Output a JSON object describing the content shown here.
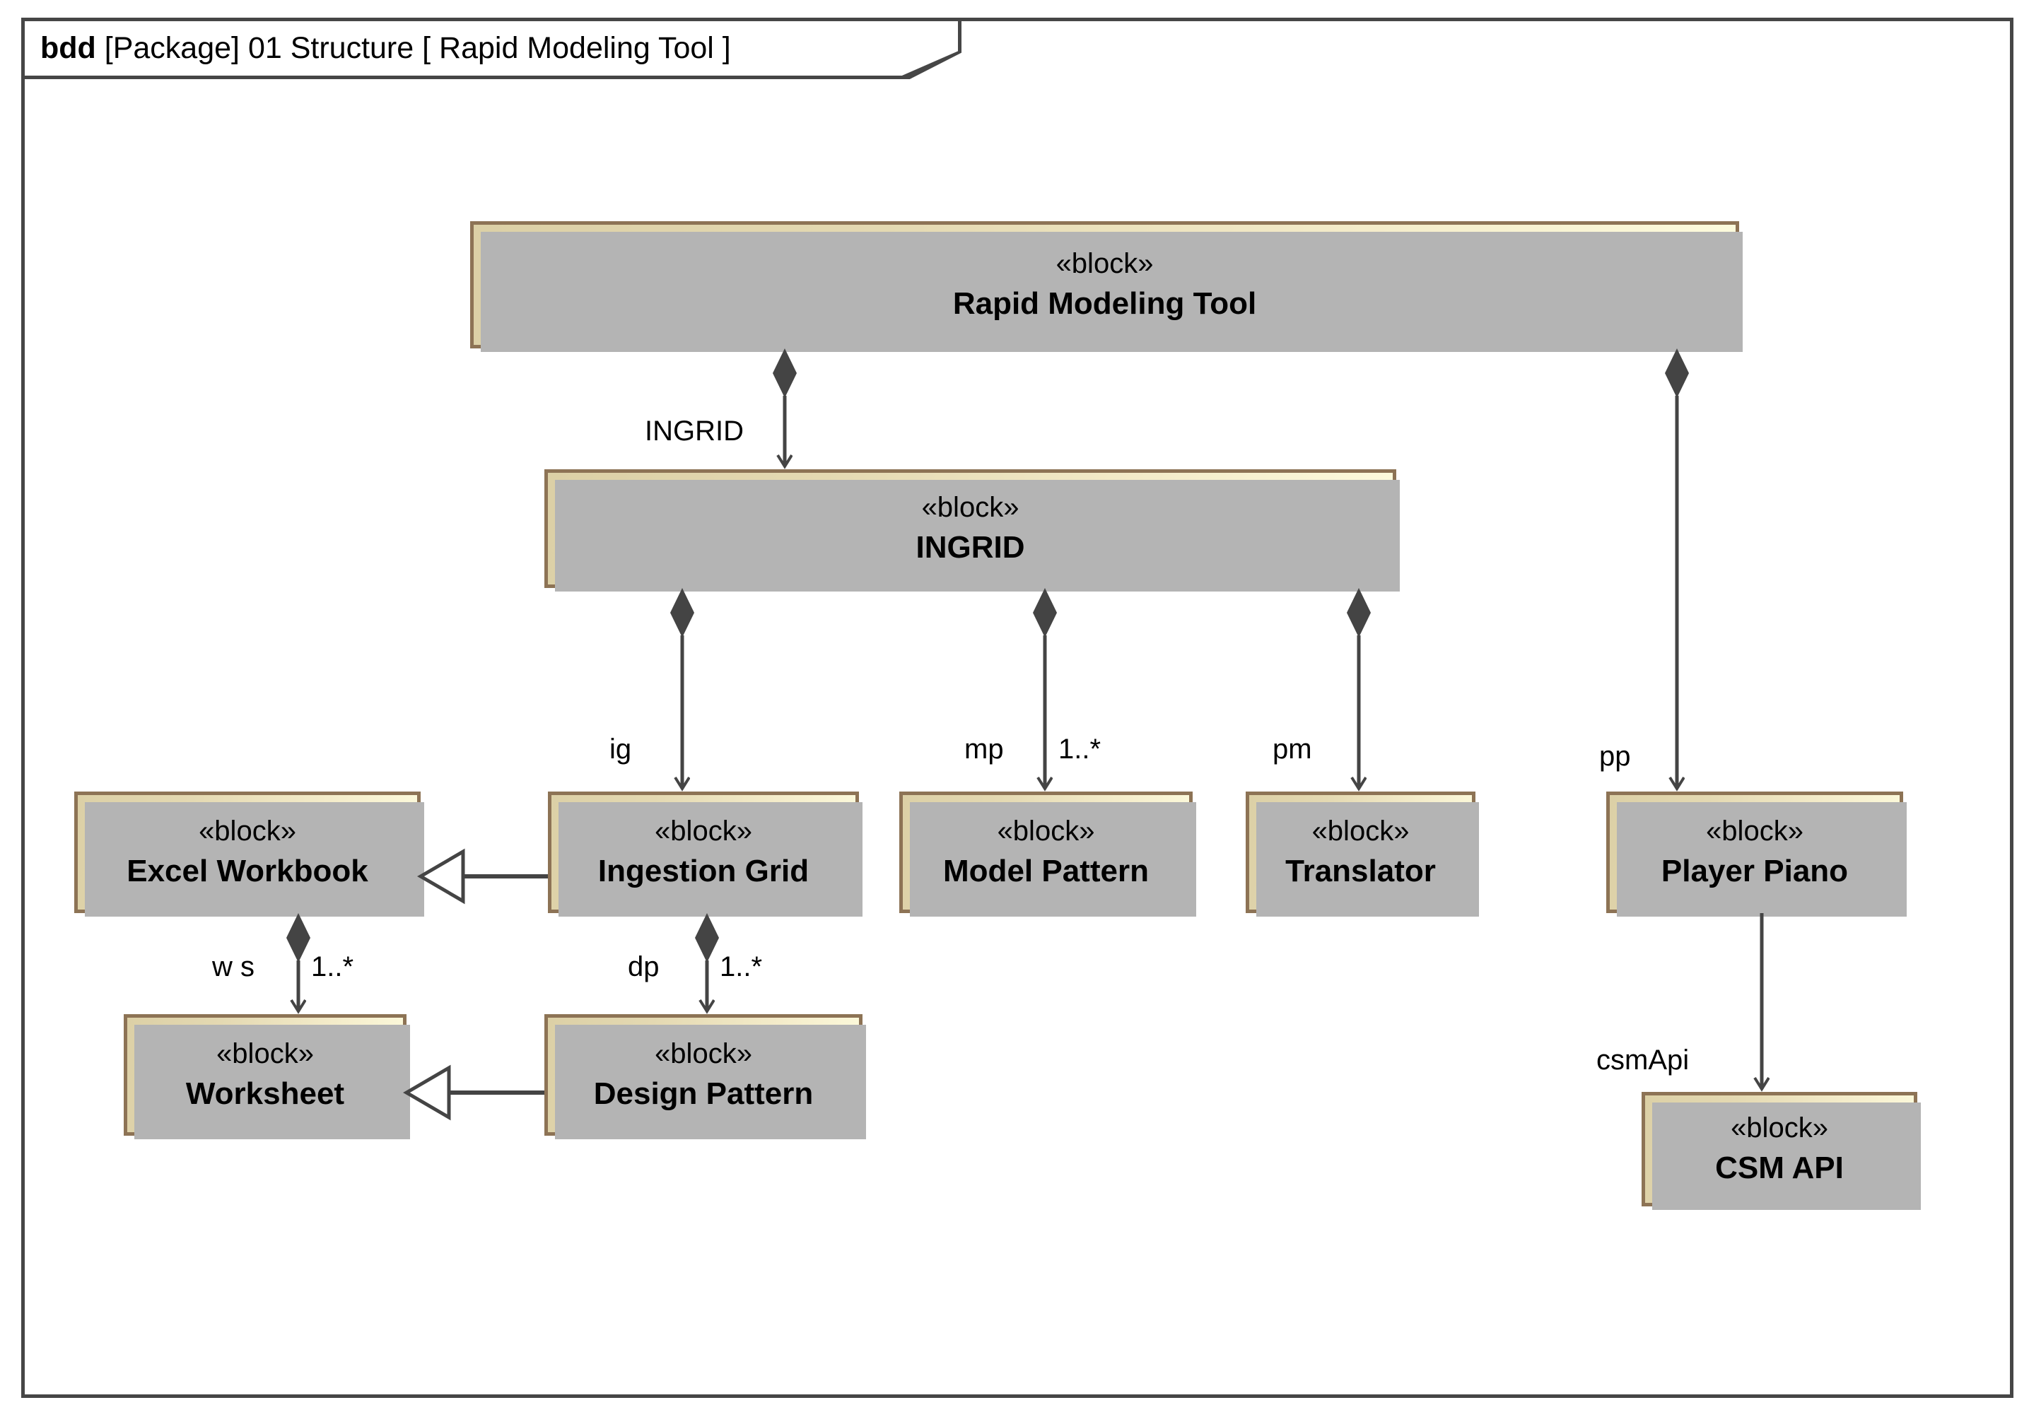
{
  "diagram": {
    "frame_label_kind": "bdd",
    "frame_label_rest": " [Package] 01 Structure [ Rapid Modeling Tool ]",
    "colors": {
      "frame_border": "#464646",
      "block_border": "#8d7355",
      "block_fill_left": "#dcd0a6",
      "block_fill_right": "#fdfbdd",
      "shadow": "#b4b4b4",
      "connector": "#444444"
    }
  },
  "blocks": [
    {
      "id": "rapid-modeling-tool",
      "stereotype": "« block »",
      "stereo": "«block»",
      "name": "Rapid Modeling Tool"
    },
    {
      "id": "ingrid",
      "stereo": "«block»",
      "name": "INGRID"
    },
    {
      "id": "excel-workbook",
      "stereo": "«block»",
      "name": "Excel Workbook"
    },
    {
      "id": "ingestion-grid",
      "stereo": "«block»",
      "name": "Ingestion Grid"
    },
    {
      "id": "model-pattern",
      "stereo": "«block»",
      "name": "Model Pattern"
    },
    {
      "id": "translator",
      "stereo": "«block»",
      "name": "Translator"
    },
    {
      "id": "player-piano",
      "stereo": "«block»",
      "name": "Player Piano"
    },
    {
      "id": "worksheet",
      "stereo": "«block»",
      "name": "Worksheet"
    },
    {
      "id": "design-pattern",
      "stereo": "«block»",
      "name": "Design Pattern"
    },
    {
      "id": "csm-api",
      "stereo": "«block»",
      "name": "CSM API"
    }
  ],
  "connections": [
    {
      "id": "rmt-ingrid",
      "from": "rapid-modeling-tool",
      "to": "ingrid",
      "type": "composition",
      "role": "INGRID",
      "multiplicity": ""
    },
    {
      "id": "rmt-pp",
      "from": "rapid-modeling-tool",
      "to": "player-piano",
      "type": "composition",
      "role": "pp",
      "multiplicity": ""
    },
    {
      "id": "ingrid-ig",
      "from": "ingrid",
      "to": "ingestion-grid",
      "type": "composition",
      "role": "ig",
      "multiplicity": ""
    },
    {
      "id": "ingrid-mp",
      "from": "ingrid",
      "to": "model-pattern",
      "type": "composition",
      "role": "mp",
      "multiplicity": "1..*"
    },
    {
      "id": "ingrid-pm",
      "from": "ingrid",
      "to": "translator",
      "type": "composition",
      "role": "pm",
      "multiplicity": ""
    },
    {
      "id": "ew-ws",
      "from": "excel-workbook",
      "to": "worksheet",
      "type": "composition",
      "role": "w s",
      "multiplicity": "1..*"
    },
    {
      "id": "ig-dp",
      "from": "ingestion-grid",
      "to": "design-pattern",
      "type": "composition",
      "role": "dp",
      "multiplicity": "1..*"
    },
    {
      "id": "pp-csmapi",
      "from": "player-piano",
      "to": "csm-api",
      "type": "directed-association",
      "role": "csmApi",
      "multiplicity": ""
    },
    {
      "id": "ig-gen-ew",
      "from": "ingestion-grid",
      "to": "excel-workbook",
      "type": "generalization",
      "role": "",
      "multiplicity": ""
    },
    {
      "id": "dp-gen-ws",
      "from": "design-pattern",
      "to": "worksheet",
      "type": "generalization",
      "role": "",
      "multiplicity": ""
    }
  ]
}
